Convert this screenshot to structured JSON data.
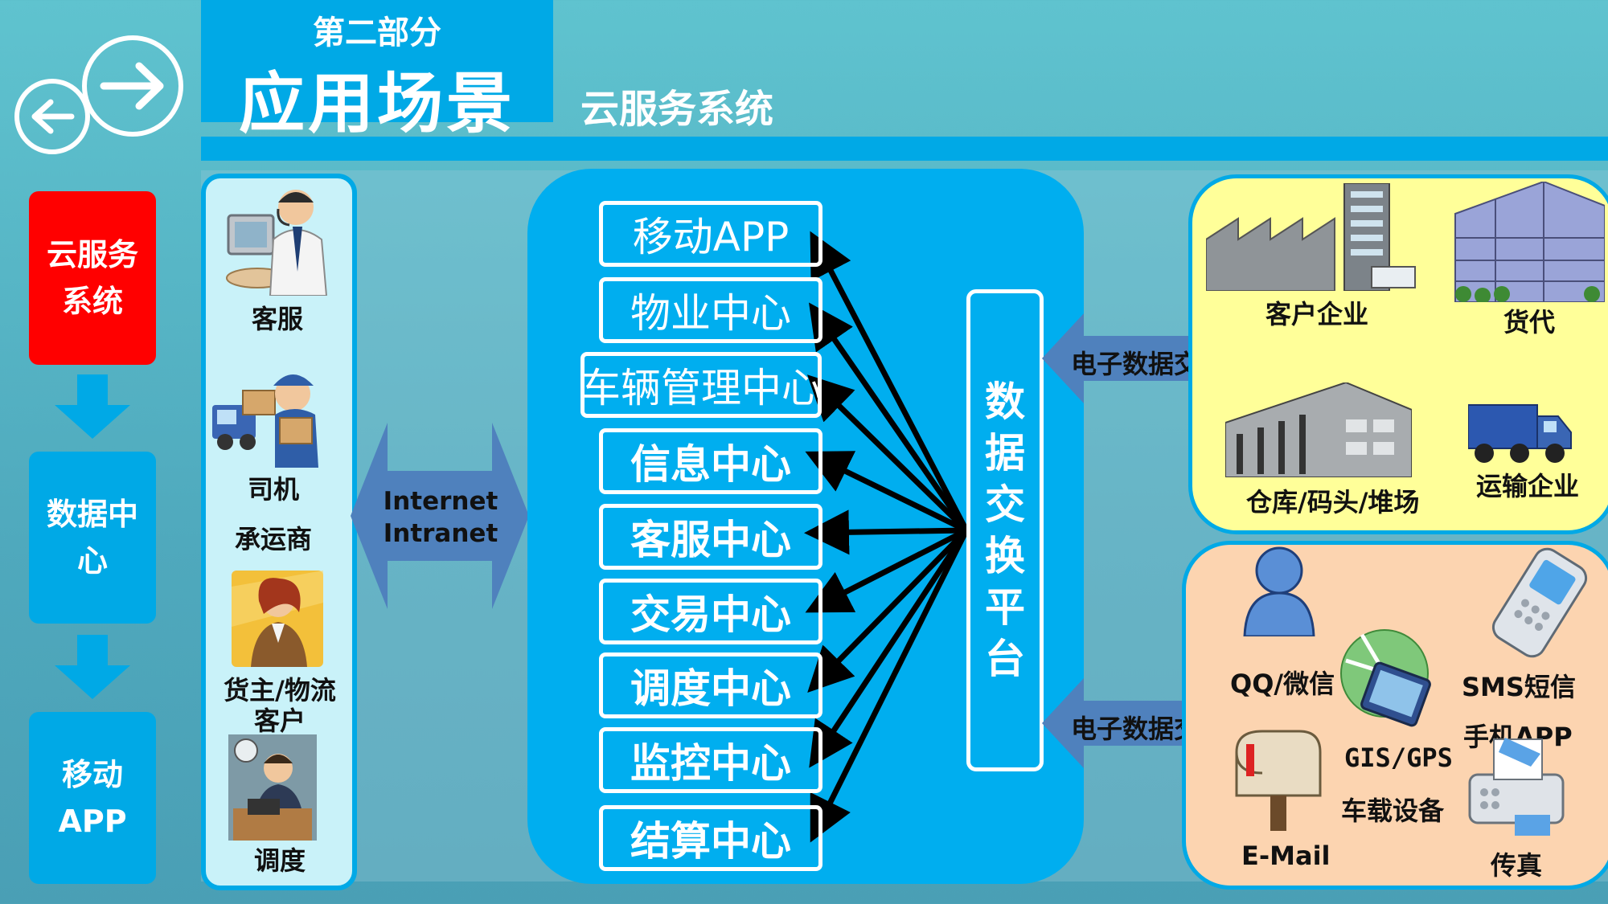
{
  "header": {
    "subtitle": "第二部分",
    "title": "应用场景",
    "section": "云服务系统"
  },
  "nav": {
    "back_icon": "arrow-left-icon",
    "forward_icon": "arrow-right-icon"
  },
  "sidebar": {
    "items": [
      {
        "label": "云服务系统",
        "active": true
      },
      {
        "label": "数据中心",
        "active": false
      },
      {
        "label": "移动APP",
        "active": false
      }
    ],
    "line_breaks": [
      "云服务\n系统",
      "数据中\n心",
      "移动\nAPP"
    ]
  },
  "actors": [
    {
      "label": "客服",
      "icon": "headset-agent-icon"
    },
    {
      "label": "司机",
      "icon": "delivery-driver-icon"
    },
    {
      "label": "承运商",
      "icon": ""
    },
    {
      "label": "货主/物流",
      "icon": "shipper-woman-icon"
    },
    {
      "label": "客户",
      "icon": ""
    },
    {
      "label": "调度",
      "icon": "dispatcher-icon"
    }
  ],
  "network": {
    "line1": "Internet",
    "line2": "Intranet"
  },
  "modules": [
    "移动APP",
    "物业中心",
    "车辆管理中心",
    "信息中心",
    "客服中心",
    "交易中心",
    "调度中心",
    "监控中心",
    "结算中心"
  ],
  "platform": {
    "label": "数据交换平台",
    "chars": [
      "数",
      "据",
      "交",
      "换",
      "平",
      "台"
    ]
  },
  "exchange": {
    "top_label": "电子数据交换",
    "bottom_label": "电子数据交换"
  },
  "enterprises": [
    {
      "label": "客户企业",
      "icon": "factory-icon"
    },
    {
      "label": "货代",
      "icon": "office-building-icon"
    },
    {
      "label": "仓库/码头/堆场",
      "icon": "warehouse-icon"
    },
    {
      "label": "运输企业",
      "icon": "truck-icon"
    }
  ],
  "channels": [
    {
      "label": "QQ/微信",
      "icon": "user-icon"
    },
    {
      "label": "GIS/GPS",
      "icon": "gps-map-icon"
    },
    {
      "label": "车载设备",
      "icon": ""
    },
    {
      "label": "SMS短信",
      "icon": "mobile-phone-icon"
    },
    {
      "label": "手机APP",
      "icon": ""
    },
    {
      "label": "E-Mail",
      "icon": "mailbox-icon"
    },
    {
      "label": "传真",
      "icon": "fax-icon"
    }
  ],
  "colors": {
    "accent_blue": "#00a9e6",
    "active_red": "#ff0000",
    "arrow_blue": "#4f81bd",
    "enterprise_bg": "#ffff99",
    "channel_bg": "#fcd4b0"
  }
}
